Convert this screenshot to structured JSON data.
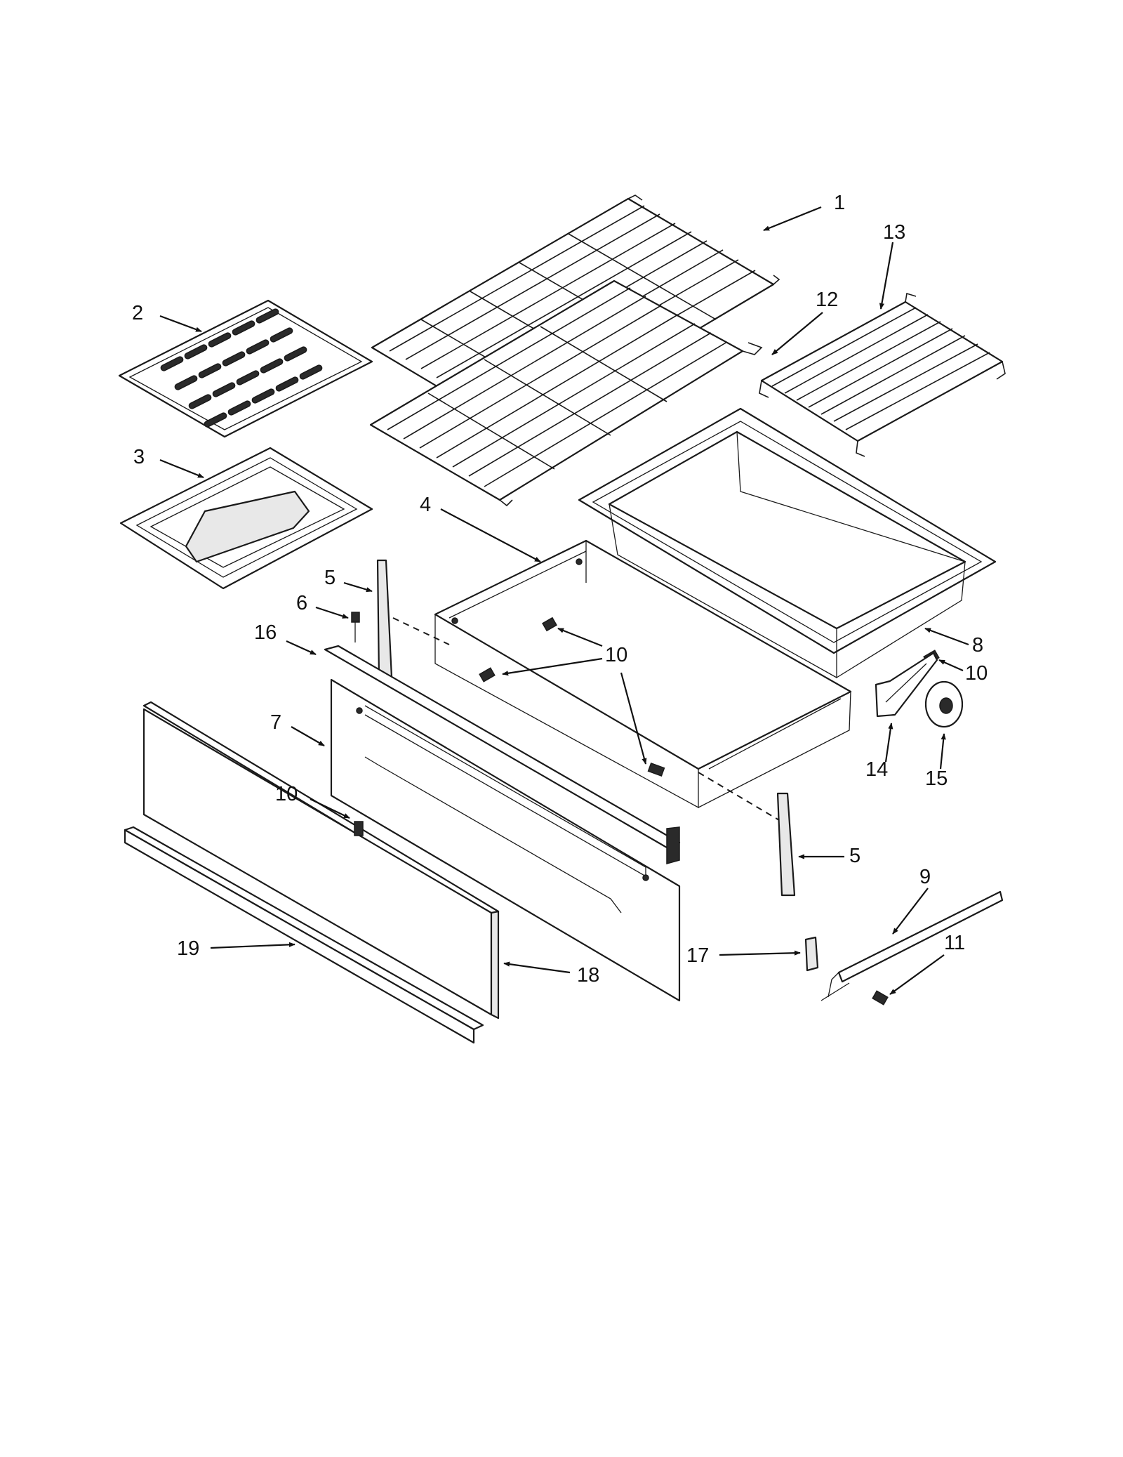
{
  "colors": {
    "ink": "#1a1a1a",
    "paper": "#ffffff"
  },
  "callouts": [
    "1",
    "2",
    "3",
    "4",
    "5",
    "6",
    "16",
    "7",
    "10",
    "13",
    "12",
    "8",
    "14",
    "15",
    "9",
    "17",
    "11",
    "19",
    "18"
  ]
}
